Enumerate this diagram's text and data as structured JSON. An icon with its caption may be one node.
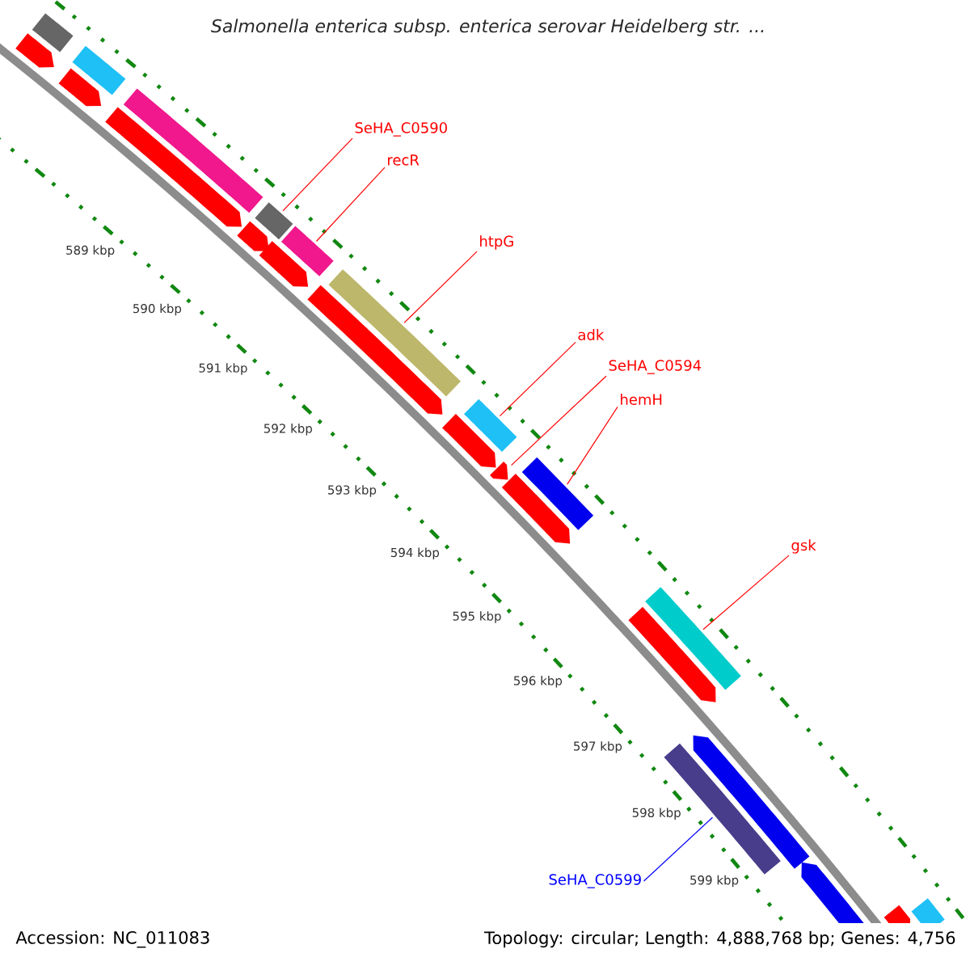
{
  "diagram": {
    "title": "*Salmonella enterica* subsp. *enterica* serovar Heidelberg str. ...",
    "nodes": [
      {
        "text": [
          "SeHA_C0590"
        ]
      },
      {
        "text": [
          "recR"
        ]
      },
      {
        "text": [
          "htpG"
        ]
      },
      {
        "text": [
          "adk"
        ]
      },
      {
        "text": [
          "SeHA_C0594"
        ]
      },
      {
        "text": [
          "hemH"
        ]
      },
      {
        "text": [
          "gsk"
        ]
      },
      {
        "text": [
          "SeHA_C0599"
        ]
      },
      {
        "text": [],
        "shape": "bar"
      },
      {
        "text": [],
        "shape": "pentagon"
      },
      {
        "text": [],
        "shape": "bar"
      },
      {
        "text": [],
        "shape": "pentagon"
      },
      {
        "text": [],
        "shape": "bar"
      },
      {
        "text": [],
        "shape": "pentagon"
      },
      {
        "text": [],
        "shape": "bar"
      },
      {
        "text": [],
        "shape": "pentagon"
      },
      {
        "text": [],
        "shape": "bar"
      },
      {
        "text": [],
        "shape": "pentagon"
      },
      {
        "text": [],
        "shape": "bar"
      },
      {
        "text": [],
        "shape": "pentagon"
      },
      {
        "text": [],
        "shape": "bar"
      },
      {
        "text": [],
        "shape": "pentagon"
      },
      {
        "text": [],
        "shape": "bar"
      },
      {
        "text": [],
        "shape": "pentagon"
      },
      {
        "text": [],
        "shape": "pentagon"
      },
      {
        "text": [],
        "shape": "bar"
      },
      {
        "text": [],
        "shape": "pentagon"
      },
      {
        "text": [],
        "shape": "pentagon"
      },
      {
        "text": [],
        "shape": "bar"
      },
      {
        "text": [],
        "shape": "pentagon"
      },
      {
        "text": [],
        "shape": "bar"
      },
      {
        "text": [],
        "shape": "pentagon"
      }
    ],
    "edges": [
      {
        "from": 0,
        "to": 14,
        "arrow": "none"
      },
      {
        "from": 1,
        "to": 16,
        "arrow": "none"
      },
      {
        "from": 2,
        "to": 18,
        "arrow": "none"
      },
      {
        "from": 3,
        "to": 20,
        "arrow": "none"
      },
      {
        "from": 4,
        "to": 23,
        "arrow": "none"
      },
      {
        "from": 5,
        "to": 22,
        "arrow": "none"
      },
      {
        "from": 6,
        "to": 25,
        "arrow": "none"
      },
      {
        "from": 7,
        "to": 28,
        "arrow": "none",
        "color": "#0000ff"
      }
    ],
    "labels": [
      "589 kbp",
      "590 kbp",
      "591 kbp",
      "592 kbp",
      "593 kbp",
      "594 kbp",
      "595 kbp",
      "596 kbp",
      "597 kbp",
      "598 kbp",
      "599 kbp",
      "Accession: NC_011083",
      "Topology: circular; Length: 4,888,768 bp; Genes: 4,756"
    ]
  }
}
